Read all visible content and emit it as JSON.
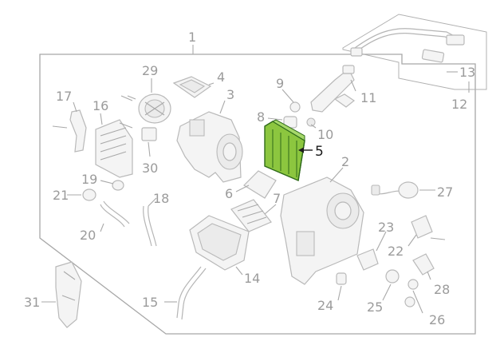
{
  "callouts": [
    {
      "id": "1",
      "text": "1"
    },
    {
      "id": "2",
      "text": "2"
    },
    {
      "id": "3",
      "text": "3"
    },
    {
      "id": "4",
      "text": "4"
    },
    {
      "id": "5",
      "text": "5"
    },
    {
      "id": "6",
      "text": "6"
    },
    {
      "id": "7",
      "text": "7"
    },
    {
      "id": "8",
      "text": "8"
    },
    {
      "id": "9",
      "text": "9"
    },
    {
      "id": "10",
      "text": "10"
    },
    {
      "id": "11",
      "text": "11"
    },
    {
      "id": "12",
      "text": "12"
    },
    {
      "id": "13",
      "text": "13"
    },
    {
      "id": "14",
      "text": "14"
    },
    {
      "id": "15",
      "text": "15"
    },
    {
      "id": "16",
      "text": "16"
    },
    {
      "id": "17",
      "text": "17"
    },
    {
      "id": "18",
      "text": "18"
    },
    {
      "id": "19",
      "text": "19"
    },
    {
      "id": "20",
      "text": "20"
    },
    {
      "id": "21",
      "text": "21"
    },
    {
      "id": "22",
      "text": "22"
    },
    {
      "id": "23",
      "text": "23"
    },
    {
      "id": "24",
      "text": "24"
    },
    {
      "id": "25",
      "text": "25"
    },
    {
      "id": "26",
      "text": "26"
    },
    {
      "id": "27",
      "text": "27"
    },
    {
      "id": "28",
      "text": "28"
    },
    {
      "id": "29",
      "text": "29"
    },
    {
      "id": "30",
      "text": "30"
    },
    {
      "id": "31",
      "text": "31"
    }
  ],
  "highlight": {
    "part": "5",
    "fill_color": "#8cc63f",
    "stroke_color": "#2f6b1a"
  },
  "colors": {
    "parts_line": "#b9b9b9",
    "label_gray": "#9b9b9b",
    "label_highlight": "#1a1a1a"
  }
}
